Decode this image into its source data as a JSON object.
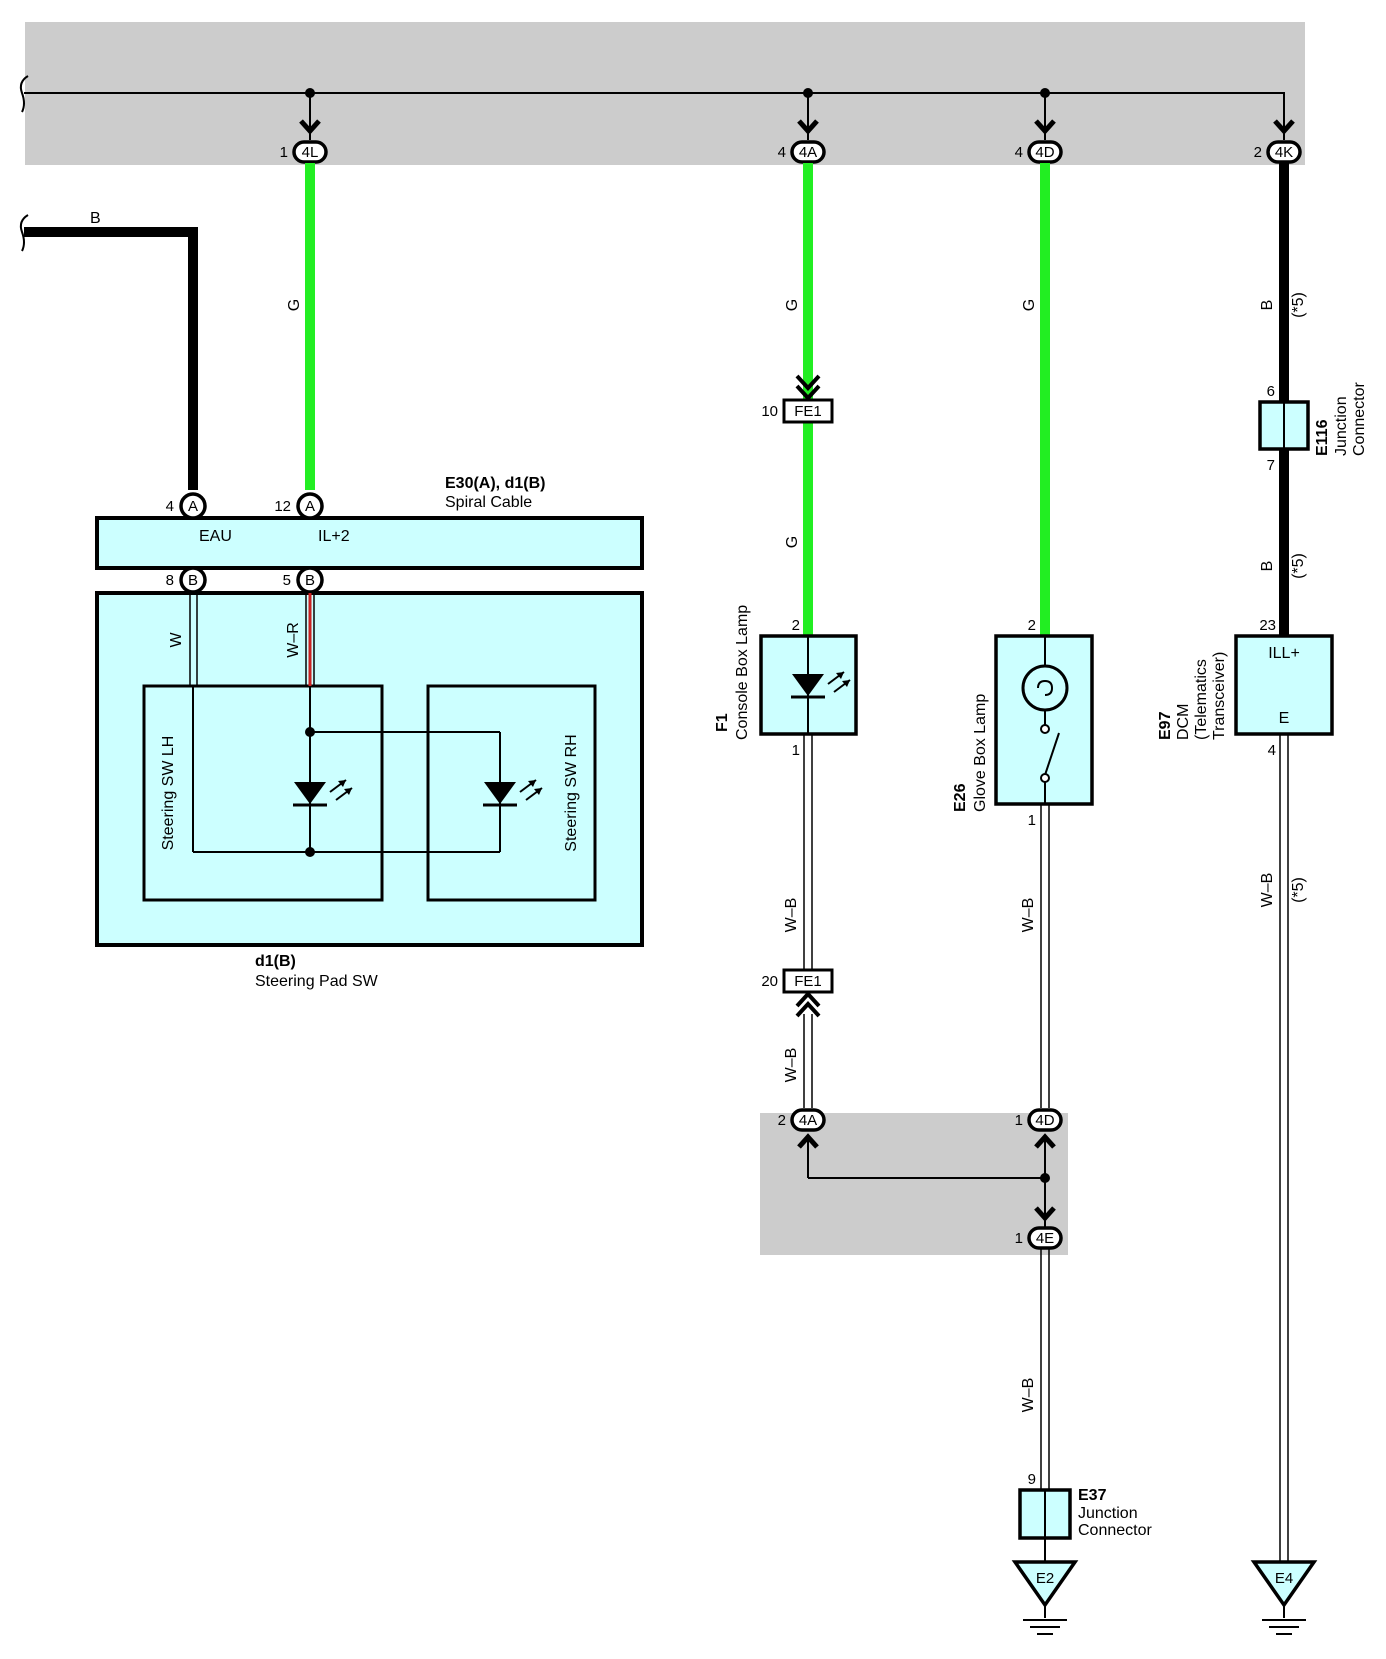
{
  "colors": {
    "green_wire": "#22ee22",
    "black_wire": "#000000",
    "red_stripe": "#cc2222",
    "component_fill": "#ccffff",
    "junction_block": "#cccccc"
  },
  "top_block": {
    "connectors": [
      {
        "pin": "1",
        "label": "4L"
      },
      {
        "pin": "4",
        "label": "4A"
      },
      {
        "pin": "4",
        "label": "4D"
      },
      {
        "pin": "2",
        "label": "4K"
      }
    ]
  },
  "wires": {
    "b_left": "B",
    "g_4l": "G",
    "g_4a_upper": "G",
    "g_4a_lower": "G",
    "g_4d": "G",
    "b_4k_upper": "B",
    "b_4k_lower": "B",
    "w": "W",
    "wr": "W–R",
    "wb_f1": "W–B",
    "wb_fe1": "W–B",
    "wb_e26": "W–B",
    "wb_e37": "W–B",
    "wb_e97": "W–B",
    "note_5": "(*5)"
  },
  "spiral_cable": {
    "id": "E30(A), d1(B)",
    "name": "Spiral Cable",
    "terminals": [
      {
        "pin": "4",
        "conn": "A",
        "signal": "EAU"
      },
      {
        "pin": "12",
        "conn": "A",
        "signal": "IL+2"
      },
      {
        "pin": "8",
        "conn": "B"
      },
      {
        "pin": "5",
        "conn": "B"
      }
    ]
  },
  "steering_pad": {
    "id": "d1(B)",
    "name": "Steering Pad SW",
    "left": "Steering SW LH",
    "right": "Steering SW RH"
  },
  "fe1": {
    "label": "FE1",
    "pin_upper": "10",
    "pin_lower": "20"
  },
  "f1": {
    "id": "F1",
    "name": "Console Box Lamp",
    "pin_in": "2",
    "pin_out": "1"
  },
  "e26": {
    "id": "E26",
    "name": "Glove Box Lamp",
    "pin_in": "2",
    "pin_out": "1"
  },
  "e116": {
    "id": "E116",
    "name1": "Junction",
    "name2": "Connector",
    "pin_upper": "6",
    "pin_lower": "7"
  },
  "e97": {
    "id": "E97",
    "line1": "DCM",
    "line2": "(Telematics",
    "line3": "Transceiver)",
    "term_ill": "ILL+",
    "term_e": "E",
    "pin_ill": "23",
    "pin_e": "4"
  },
  "lower_block": {
    "connectors": [
      {
        "pin": "2",
        "label": "4A"
      },
      {
        "pin": "1",
        "label": "4D"
      },
      {
        "pin": "1",
        "label": "4E"
      }
    ]
  },
  "e37": {
    "id": "E37",
    "name1": "Junction",
    "name2": "Connector",
    "pin": "9"
  },
  "grounds": {
    "e2": "E2",
    "e4": "E4"
  }
}
